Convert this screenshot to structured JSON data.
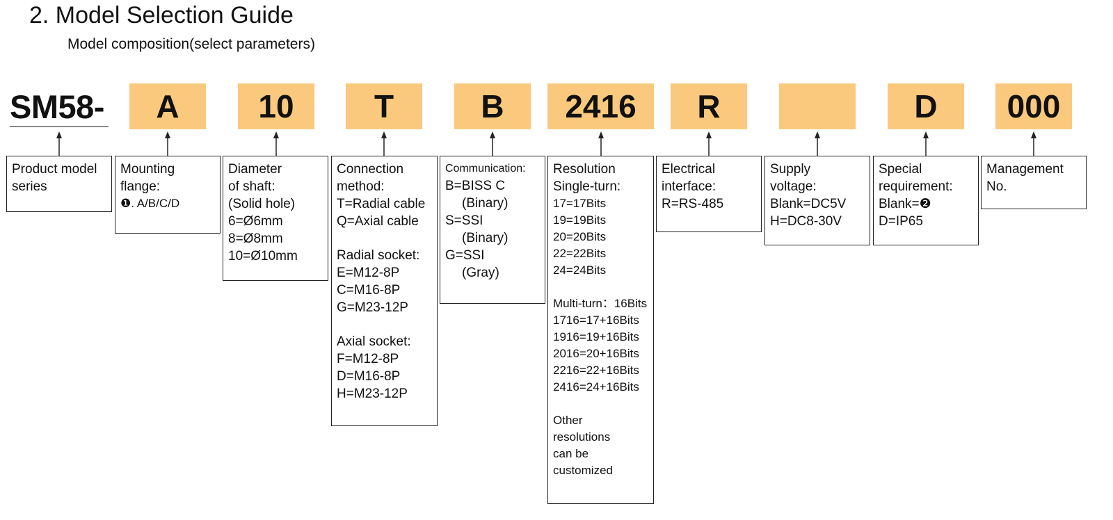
{
  "title": "2.  Model Selection Guide",
  "subtitle": "Model composition(select parameters)",
  "prefix": "SM58-",
  "codes": [
    "A",
    "10",
    "T",
    "B",
    "2416",
    "R",
    "",
    "D",
    "000"
  ],
  "colors": {
    "code_fill": "#fbc97d",
    "line": "#222222"
  },
  "boxes": {
    "series": {
      "l1": "Product model",
      "l2": "series"
    },
    "flange": {
      "l1": "Mounting",
      "l2": "flange:",
      "l3": "❶. A/B/C/D"
    },
    "shaft": {
      "l1": "Diameter",
      "l2": "of shaft:",
      "l3": "(Solid hole)",
      "l4": "6=Ø6mm",
      "l5": "8=Ø8mm",
      "l6": "10=Ø10mm"
    },
    "connection": {
      "l1": "Connection",
      "l2": "method:",
      "l3": "T=Radial cable",
      "l4": "Q=Axial cable",
      "l5": "Radial socket:",
      "l6": "E=M12-8P",
      "l7": "C=M16-8P",
      "l8": "G=M23-12P",
      "l9": "Axial socket:",
      "l10": "F=M12-8P",
      "l11": "D=M16-8P",
      "l12": "H=M23-12P"
    },
    "communication": {
      "l1": "Communication:",
      "l2": "B=BISS C",
      "l3": "(Binary)",
      "l4": "S=SSI",
      "l5": "(Binary)",
      "l6": "G=SSI",
      "l7": "(Gray)"
    },
    "resolution": {
      "l1": "Resolution",
      "l2": "Single-turn:",
      "l3": "17=17Bits",
      "l4": "19=19Bits",
      "l5": "20=20Bits",
      "l6": "22=22Bits",
      "l7": "24=24Bits",
      "l8": "Multi-turn：16Bits",
      "l9": "1716=17+16Bits",
      "l10": "1916=19+16Bits",
      "l11": "2016=20+16Bits",
      "l12": "2216=22+16Bits",
      "l13": "2416=24+16Bits",
      "l14": "Other",
      "l15": "resolutions",
      "l16": "can be",
      "l17": "customized"
    },
    "interface": {
      "l1": "Electrical",
      "l2": "interface:",
      "l3": "R=RS-485"
    },
    "voltage": {
      "l1": "Supply",
      "l2": "voltage:",
      "l3": "Blank=DC5V",
      "l4": "H=DC8-30V"
    },
    "special": {
      "l1": "Special",
      "l2": "requirement:",
      "l3": "Blank=❷",
      "l4": "D=IP65"
    },
    "management": {
      "l1": "Management",
      "l2": "No."
    }
  }
}
